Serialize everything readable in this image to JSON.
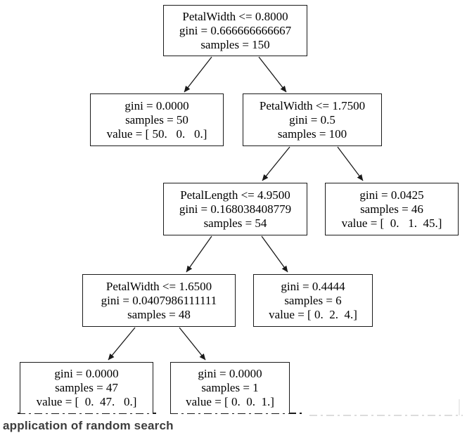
{
  "tree": {
    "caption": "application of random search",
    "colors": {
      "node_border": "#1a1a1a",
      "edge": "#1a1a1a",
      "text": "#000000",
      "caption_text": "#3d3d3d",
      "ghost_line": "#dcdcdc"
    },
    "nodes": [
      {
        "id": "root",
        "lines": [
          "PetalWidth <= 0.8000",
          "gini = 0.666666666667",
          "samples = 150"
        ]
      },
      {
        "id": "node-l2-left",
        "lines": [
          "gini = 0.0000",
          "samples = 50",
          "value = [ 50.   0.   0.]"
        ]
      },
      {
        "id": "node-l2-right",
        "lines": [
          "PetalWidth <= 1.7500",
          "gini = 0.5",
          "samples = 100"
        ]
      },
      {
        "id": "node-l3-left",
        "lines": [
          "PetalLength <= 4.9500",
          "gini = 0.168038408779",
          "samples = 54"
        ]
      },
      {
        "id": "node-l3-right",
        "lines": [
          "gini = 0.0425",
          "samples = 46",
          "value = [  0.   1.  45.]"
        ]
      },
      {
        "id": "node-l4-left",
        "lines": [
          "PetalWidth <= 1.6500",
          "gini = 0.0407986111111",
          "samples = 48"
        ]
      },
      {
        "id": "node-l4-right",
        "lines": [
          "gini = 0.4444",
          "samples = 6",
          "value = [ 0.  2.  4.]"
        ]
      },
      {
        "id": "node-l5-left",
        "lines": [
          "gini = 0.0000",
          "samples = 47",
          "value = [  0.  47.   0.]"
        ]
      },
      {
        "id": "node-l5-right",
        "lines": [
          "gini = 0.0000",
          "samples = 1",
          "value = [ 0.  0.  1.]"
        ]
      }
    ],
    "edges": [
      {
        "from": "root",
        "to": "node-l2-left"
      },
      {
        "from": "root",
        "to": "node-l2-right"
      },
      {
        "from": "node-l2-right",
        "to": "node-l3-left"
      },
      {
        "from": "node-l2-right",
        "to": "node-l3-right"
      },
      {
        "from": "node-l3-left",
        "to": "node-l4-left"
      },
      {
        "from": "node-l3-left",
        "to": "node-l4-right"
      },
      {
        "from": "node-l4-left",
        "to": "node-l5-left"
      },
      {
        "from": "node-l4-left",
        "to": "node-l5-right"
      }
    ]
  }
}
